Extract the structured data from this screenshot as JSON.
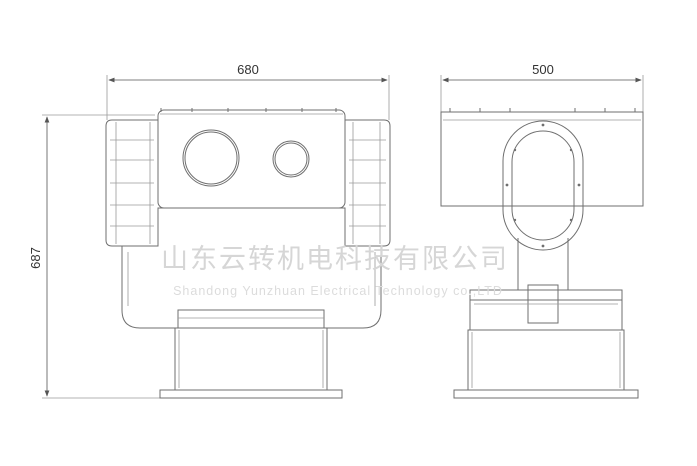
{
  "dimensions": {
    "front_width": "680",
    "side_width": "500",
    "height": "687"
  },
  "watermark": {
    "company_cn": "山东云转机电科技有限公司",
    "company_en": "Shandong Yunzhuan Electrical Technology co.,LTD"
  },
  "colors": {
    "line": "#6f6f6f",
    "watermark": "#d6d6d6"
  }
}
